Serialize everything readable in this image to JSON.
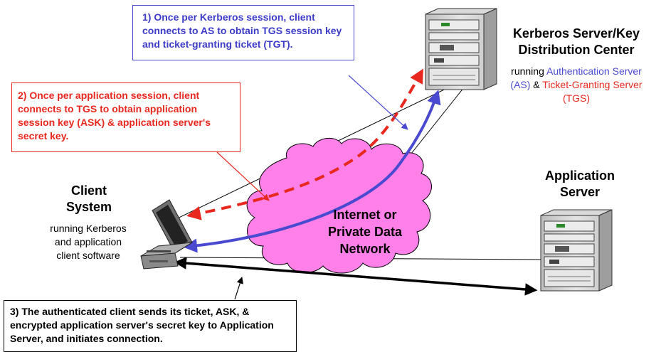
{
  "callouts": {
    "as_step": "1) Once per Kerberos session, client connects to AS to obtain TGS session key and ticket-granting ticket (TGT).",
    "tgs_step": "2) Once per application session, client connects to TGS to obtain application session key (ASK) & application server's secret key.",
    "app_step": "3) The authenticated client sends its ticket, ASK, & encrypted application server's secret key to Application Server, and initiates connection."
  },
  "kdc": {
    "title_line1": "Kerberos Server/Key",
    "title_line2": "Distribution Center",
    "running": "running",
    "as_name_line1": "Authentication Server",
    "as_abbr": "(AS)",
    "amp": "&",
    "tgs_name_part1": "Ticket-Granting Server",
    "tgs_abbr": "(TGS)"
  },
  "app_server": {
    "title_line1": "Application",
    "title_line2": "Server"
  },
  "client": {
    "title_line1": "Client",
    "title_line2": "System",
    "sub_line1": "running Kerberos",
    "sub_line2": "and application",
    "sub_line3": "client software"
  },
  "network": {
    "line1": "Internet or",
    "line2": "Private Data",
    "line3": "Network"
  },
  "colors": {
    "as_blue": "#4a4ad0",
    "tgs_red": "#e8281e",
    "cloud_pink": "#ff80e8"
  }
}
